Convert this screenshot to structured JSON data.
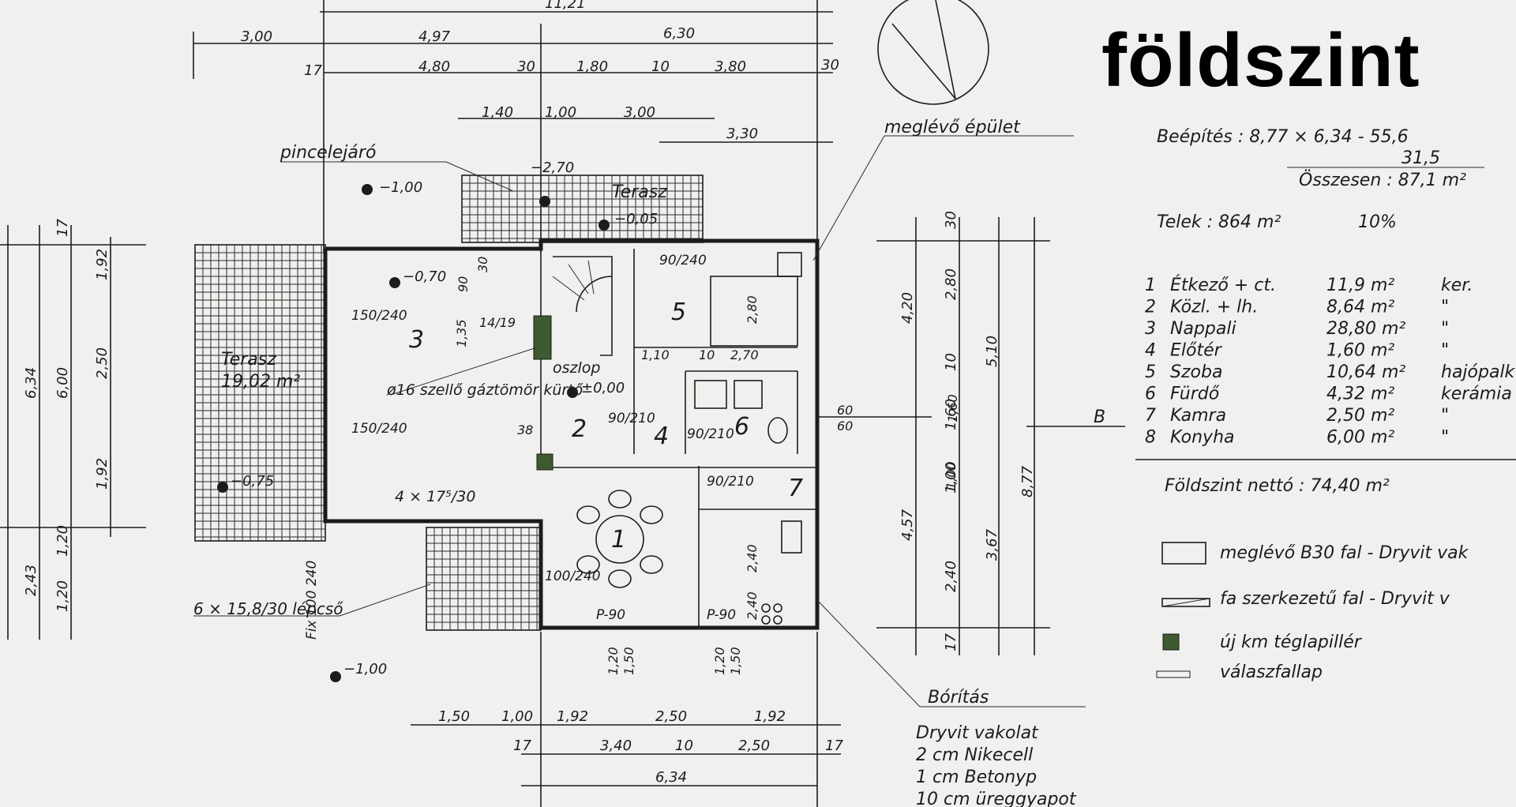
{
  "title": "földszint",
  "stats": {
    "beepites_line1": "Beépítés : 8,77 × 6,34 - 55,6",
    "beepites_line2": "31,5",
    "osszesen": "Összesen : 87,1 m²",
    "telek": "Telek : 864 m²",
    "telek_pct": "10%"
  },
  "rooms": [
    {
      "num": "1",
      "name": "Étkező + ct.",
      "area": "11,9 m²",
      "floor": "ker."
    },
    {
      "num": "2",
      "name": "Közl. + lh.",
      "area": "8,64 m²",
      "floor": "\""
    },
    {
      "num": "3",
      "name": "Nappali",
      "area": "28,80 m²",
      "floor": "\""
    },
    {
      "num": "4",
      "name": "Előtér",
      "area": "1,60 m²",
      "floor": "\""
    },
    {
      "num": "5",
      "name": "Szoba",
      "area": "10,64 m²",
      "floor": "hajópalk"
    },
    {
      "num": "6",
      "name": "Fürdő",
      "area": "4,32 m²",
      "floor": "kerámia"
    },
    {
      "num": "7",
      "name": "Kamra",
      "area": "2,50 m²",
      "floor": "\""
    },
    {
      "num": "8",
      "name": "Konyha",
      "area": "6,00 m²",
      "floor": "\""
    }
  ],
  "netto": "Földszint nettó : 74,40 m²",
  "legend": [
    {
      "label": "meglévő B30 fal - Dryvit vak"
    },
    {
      "label": "fa szerkezetű fal - Dryvit v"
    },
    {
      "label": "új km téglapillér"
    },
    {
      "label": "válaszfallap"
    }
  ],
  "burkolat": {
    "heading": "Bórítás",
    "lines": [
      "Dryvit vakolat",
      "2 cm Nikecell",
      "1 cm Betonyp",
      "10 cm üreggyapot"
    ]
  },
  "plan_labels": {
    "pincelejaro": "pincelejáró",
    "meglevo": "meglévő épület",
    "terasz_top": "Terasz",
    "terasz_left": "Terasz",
    "terasz_left_area": "19,02 m²",
    "kemeny": "ø16 szellő gáztömör kürtő",
    "oszlop": "oszlop",
    "lepcso_top": "4 × 17⁵/30",
    "lepcso_bottom": "6 × 15,8/30 lépcső",
    "fix": "Fix 100 240",
    "section_b": "B",
    "levels": [
      "−1,00",
      "−2,70",
      "−0,05",
      "−0,70",
      "±0,00",
      "−0,75",
      "−1,00"
    ],
    "room_numbers": [
      "1",
      "2",
      "3",
      "4",
      "5",
      "6",
      "7"
    ],
    "doors": [
      "150/240",
      "150/240",
      "90/210",
      "90/210",
      "90/210",
      "100/240",
      "90/240",
      "P-90",
      "P-90"
    ]
  },
  "dims": {
    "top_row1": [
      "3,00",
      "4,97",
      "6,30"
    ],
    "top_row2": [
      "4,80",
      "30",
      "1,80",
      "10",
      "3,80",
      "30",
      "17"
    ],
    "top_row3": [
      "1,40",
      "1,00",
      "3,00"
    ],
    "top_row4": [
      "3,30"
    ],
    "top_total": "11,21",
    "left_row": [
      "6,34",
      "6,00",
      "1,92",
      "2,50",
      "1,92",
      "2,43",
      "1,20",
      "1,20",
      "17"
    ],
    "right_row": [
      "4,20",
      "2,80",
      "5,10",
      "30",
      "4,57",
      "1,00",
      "2,40",
      "3,67",
      "8,77",
      "10",
      "1,60",
      "17"
    ],
    "bottom_row1": [
      "1,50",
      "1,00",
      "1,92",
      "2,50",
      "1,92"
    ],
    "bottom_row2": [
      "3,40",
      "10",
      "2,50",
      "17",
      "17"
    ],
    "bottom_total": "6,34",
    "inner": [
      "1,35",
      "90",
      "30",
      "14/19",
      "2,80",
      "2,40",
      "2,70",
      "10",
      "1,10",
      "60",
      "60",
      "1,20",
      "1,50",
      "1,20",
      "1,50",
      "1,60",
      "2,40",
      "1,00",
      "38"
    ]
  }
}
